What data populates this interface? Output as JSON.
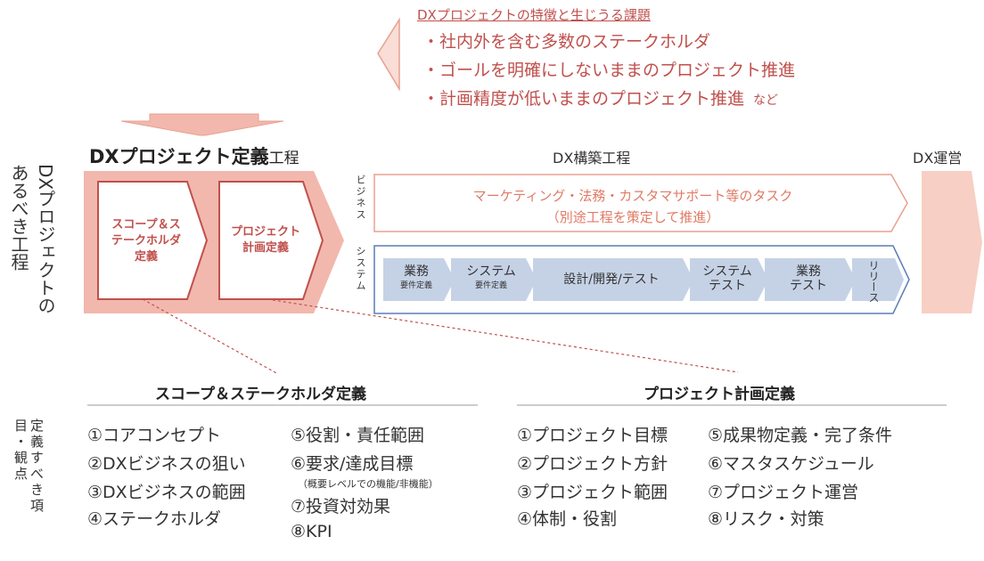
{
  "challenges": {
    "title": "DXプロジェクトの特徴と生じうる課題",
    "items": [
      "・社内外を含む多数のステークホルダ",
      "・ゴールを明確にしないままのプロジェクト推進",
      "・計画精度が低いままのプロジェクト推進"
    ],
    "suffix": "など"
  },
  "left_label": "DXプロジェクトのあるべき工程",
  "phases": {
    "definition": {
      "title": "DXプロジェクト定義",
      "suffix": "工程"
    },
    "build": {
      "title": "DX構築工程"
    },
    "ops": {
      "title": "DX運営"
    }
  },
  "definition_steps": [
    "スコープ＆ステークホルダ定義",
    "プロジェクト計画定義"
  ],
  "lanes": {
    "business": {
      "label": "ビジネス",
      "text1": "マーケティング・法務・カスタマサポート等のタスク",
      "text2": "（別途工程を策定して推進）"
    },
    "system": {
      "label": "システム",
      "steps": [
        {
          "main": "業務",
          "sub": "要件定義"
        },
        {
          "main": "システム",
          "sub": "要件定義"
        },
        {
          "main": "設計/開発/テスト",
          "sub": ""
        },
        {
          "main": "システム",
          "sub": "テスト"
        },
        {
          "main": "業務",
          "sub": "テスト"
        }
      ],
      "release": "リリース"
    }
  },
  "bottom": {
    "left_label": "定義すべき項目・観点",
    "scope": {
      "title": "スコープ＆ステークホルダ定義",
      "col1": [
        "①コアコンセプト",
        "②DXビジネスの狙い",
        "③DXビジネスの範囲",
        "④ステークホルダ"
      ],
      "col2": [
        "⑤役割・責任範囲",
        "⑥要求/達成目標",
        "（概要レベルでの機能/非機能）",
        "⑦投資対効果",
        "⑧KPI"
      ]
    },
    "plan": {
      "title": "プロジェクト計画定義",
      "col1": [
        "①プロジェクト目標",
        "②プロジェクト方針",
        "③プロジェクト範囲",
        "④体制・役割"
      ],
      "col2": [
        "⑤成果物定義・完了条件",
        "⑥マスタスケジュール",
        "⑦プロジェクト運営",
        "⑧リスク・対策"
      ]
    }
  },
  "colors": {
    "accent": "#c0504d",
    "definition_fill": "#f2b8ad",
    "salmon": "#e07b66",
    "ops_fill": "#f7cfc4",
    "system_border": "#5b7db8",
    "step_fill": "#c5d2e6"
  }
}
